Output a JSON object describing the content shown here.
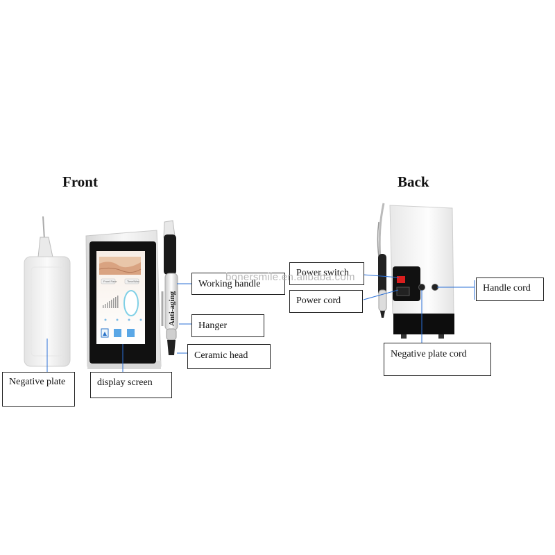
{
  "headings": {
    "front": "Front",
    "back": "Back"
  },
  "front_labels": {
    "working_handle": "Working handle",
    "hanger": "Hanger",
    "ceramic_head": "Ceramic head",
    "negative_plate": "Negative plate",
    "display_screen": "display screen"
  },
  "back_labels": {
    "power_switch": "Power switch",
    "power_cord": "Power cord",
    "handle_cord": "Handle cord",
    "negative_plate_cord": "Negative plate cord"
  },
  "device": {
    "handle_text": "Anti-aging",
    "screen_buttons": [
      "Front Face",
      "Time/Wav"
    ]
  },
  "watermark": "bonersmile.en.alibaba.com",
  "colors": {
    "label_line": "#2a6fd6",
    "device_shell": "#f2f2f2",
    "screen_bezel": "#111111"
  }
}
